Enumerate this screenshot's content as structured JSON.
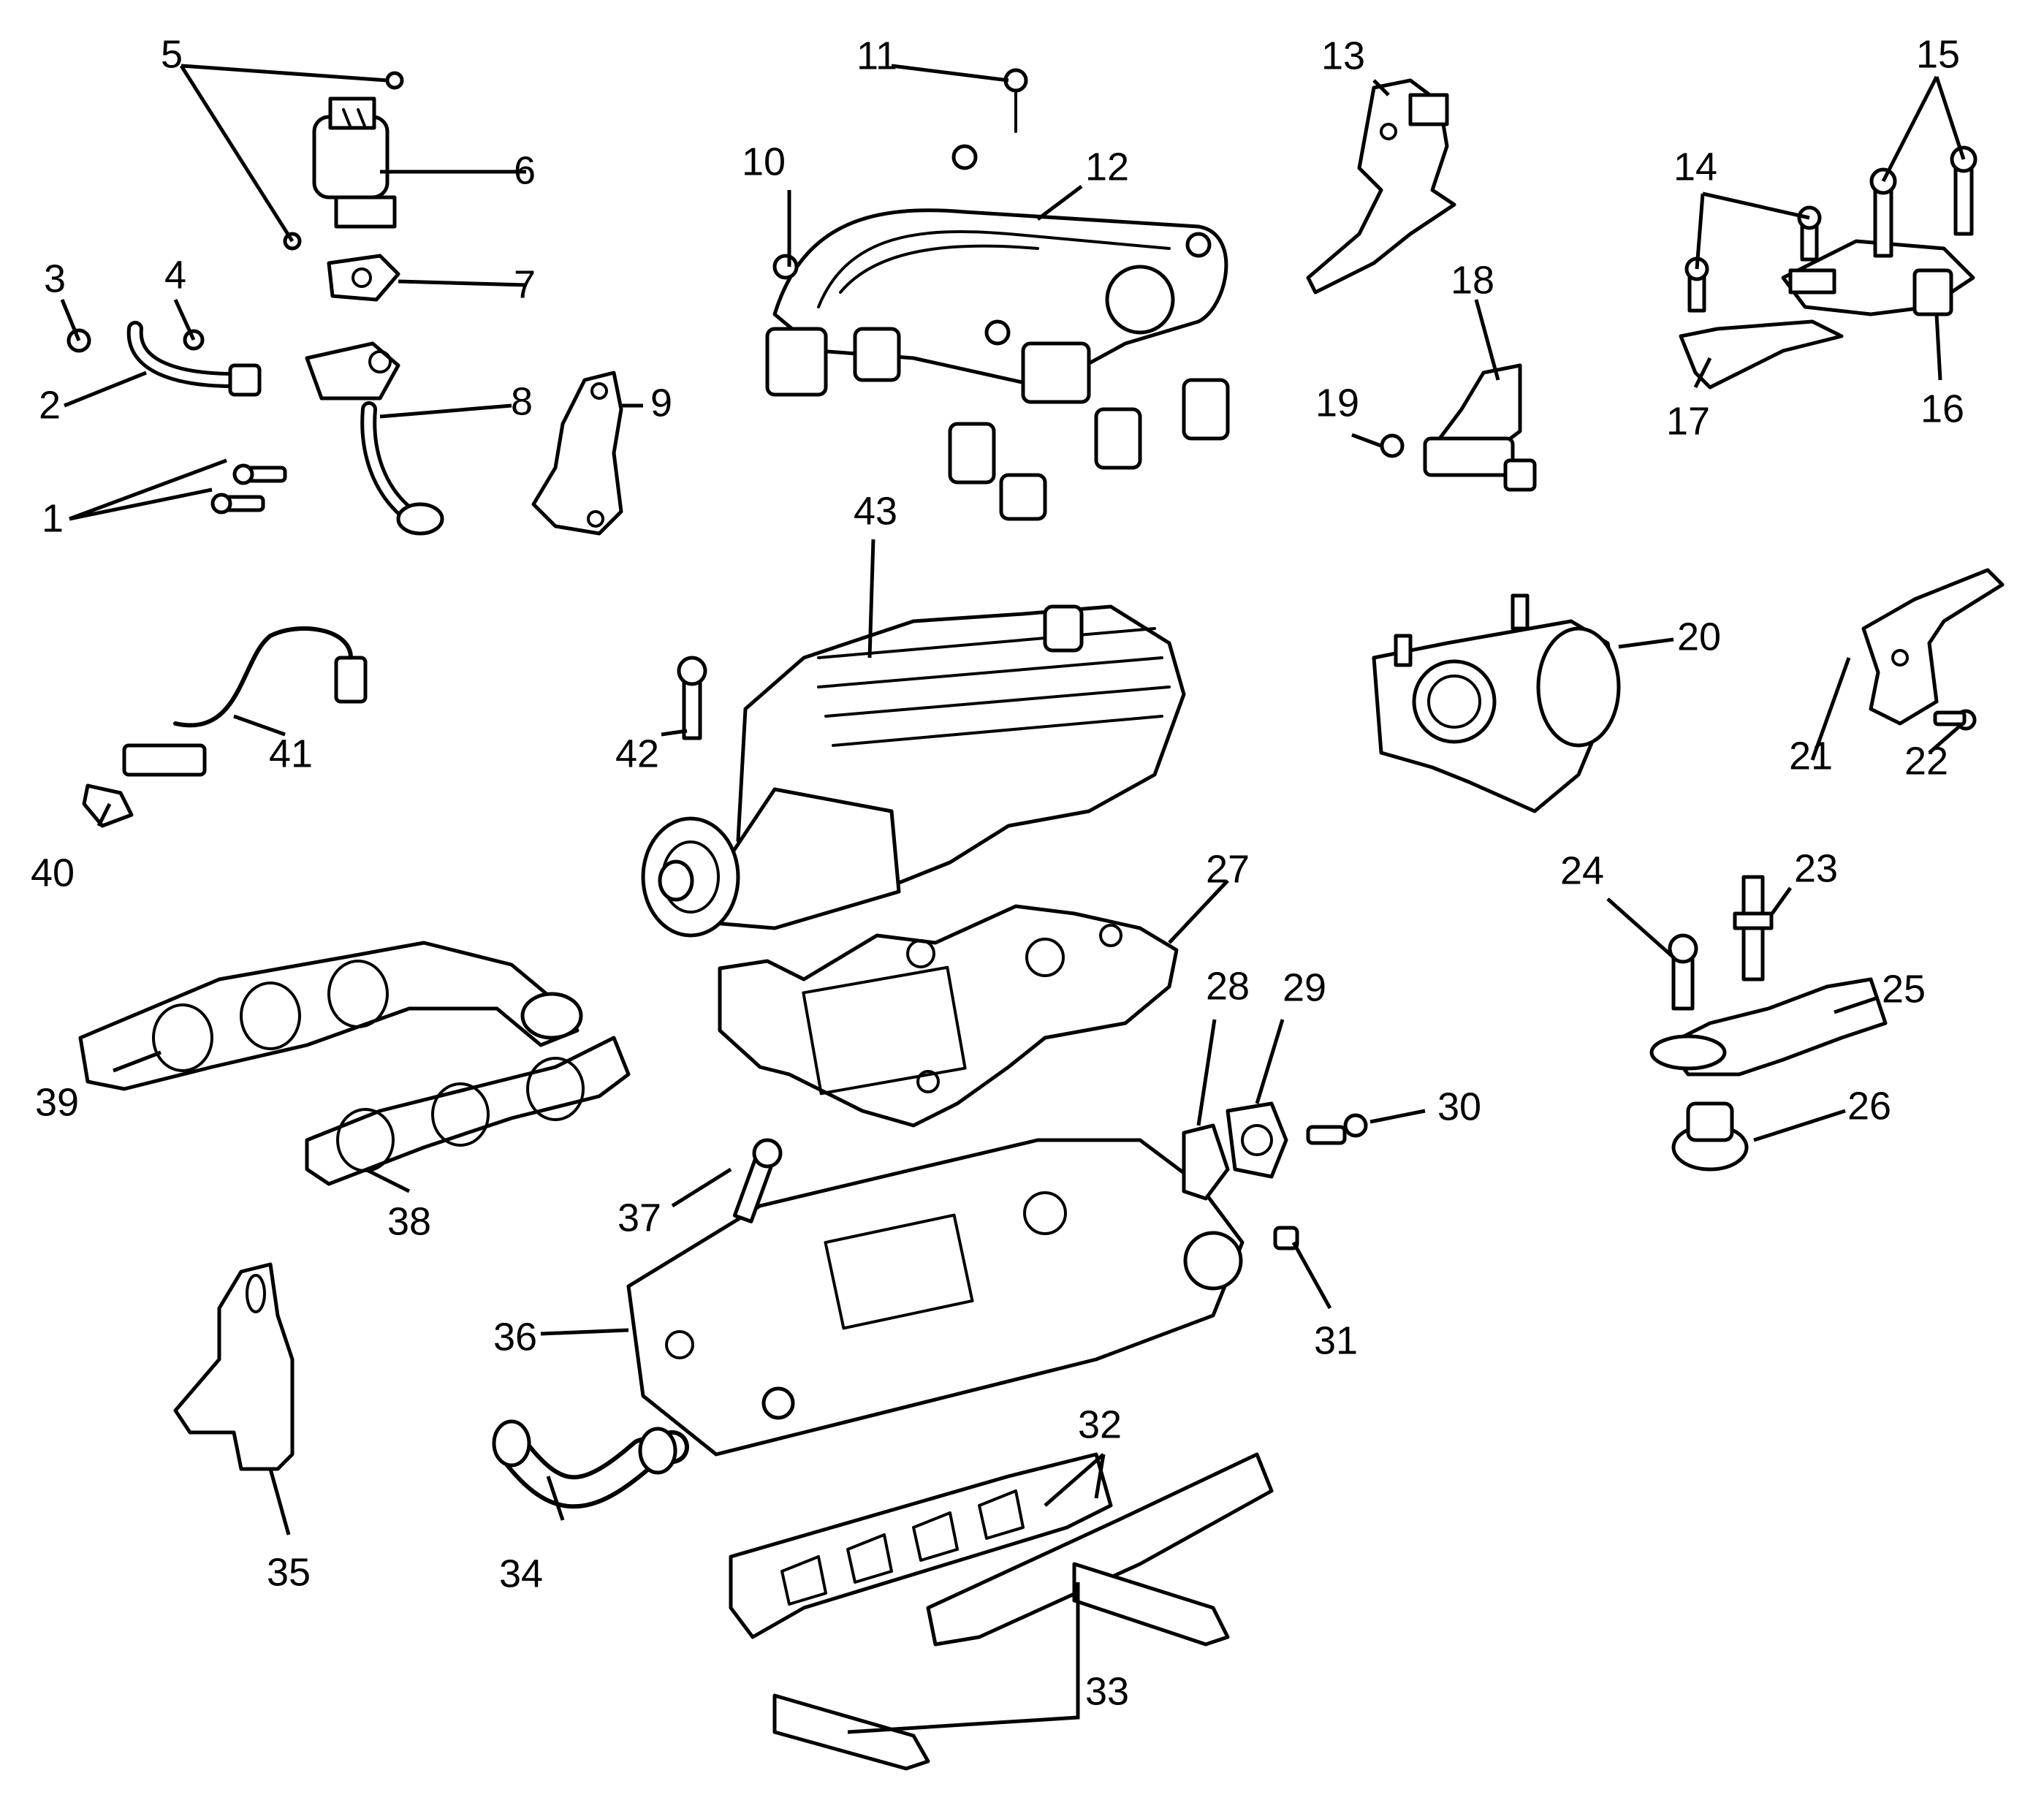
{
  "callouts": [
    "1",
    "2",
    "3",
    "4",
    "5",
    "6",
    "7",
    "8",
    "9",
    "10",
    "11",
    "12",
    "13",
    "14",
    "15",
    "16",
    "17",
    "18",
    "19",
    "20",
    "21",
    "22",
    "23",
    "24",
    "25",
    "26",
    "27",
    "28",
    "29",
    "30",
    "31",
    "32",
    "33",
    "34",
    "35",
    "36",
    "37",
    "38",
    "39",
    "40",
    "41",
    "42",
    "43"
  ],
  "colors": {
    "ink": "#000000",
    "paper": "#ffffff"
  }
}
